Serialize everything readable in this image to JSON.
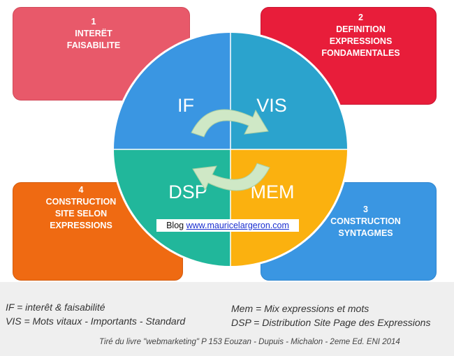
{
  "boxes": {
    "box1": {
      "number": "1",
      "line1": "INTERËT",
      "line2": "FAISABILITE",
      "color": "#e8596a"
    },
    "box2": {
      "number": "2",
      "line1": "DEFINITION",
      "line2": "EXPRESSIONS",
      "line3": "FONDAMENTALES",
      "color": "#e81d3a"
    },
    "box3": {
      "number": "3",
      "line1": "CONSTRUCTION",
      "line2": "SYNTAGMES",
      "color": "#3a96e2"
    },
    "box4": {
      "number": "4",
      "line1": "CONSTRUCTION",
      "line2": "SITE SELON",
      "line3": "EXPRESSIONS",
      "color": "#ef6a12"
    }
  },
  "wheel": {
    "quadrants": [
      {
        "label": "IF",
        "color": "#3a96e2"
      },
      {
        "label": "VIS",
        "color": "#2ba3cd"
      },
      {
        "label": "MEM",
        "color": "#fbb10f"
      },
      {
        "label": "DSP",
        "color": "#21b79b"
      }
    ],
    "cycle_icon": "circular-refresh-arrows-icon",
    "arrow_color": "#cfe8c6"
  },
  "blog": {
    "prefix": "Blog",
    "link": "www.mauricelargeron.com"
  },
  "legend": {
    "if": "IF = interêt & faisabilité",
    "vis": "VIS = Mots vitaux - Importants - Standard",
    "mem": "Mem = Mix expressions et mots",
    "dsp": "DSP = Distribution Site Page des Expressions"
  },
  "credit": "Tiré du livre \"webmarketing\" P 153 Eouzan - Dupuis - Michalon - 2eme Ed. ENI 2014"
}
